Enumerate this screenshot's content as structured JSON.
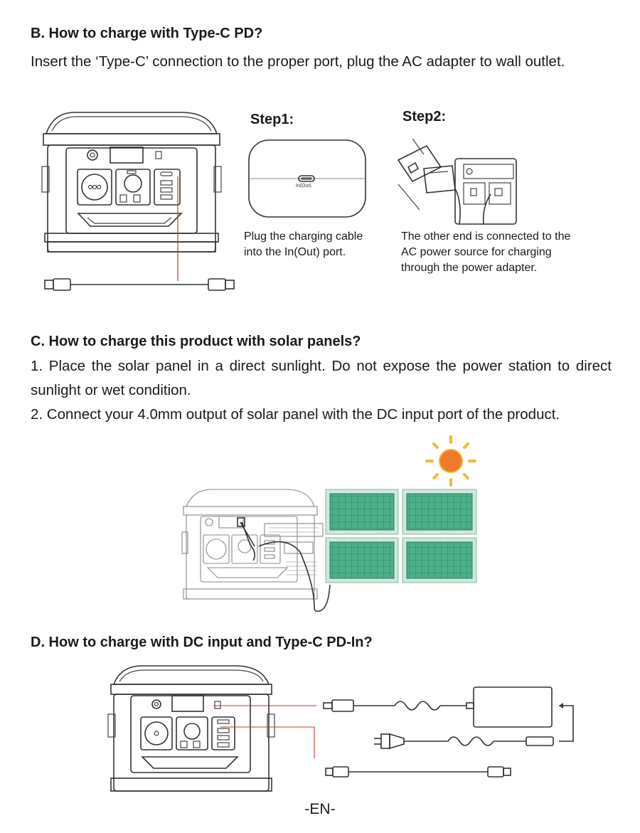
{
  "section_b": {
    "heading": "B. How to charge with Type-C PD?",
    "instruction": "Insert the ‘Type-C’ connection to the proper port, plug the AC adapter to wall outlet.",
    "step1": {
      "title": "Step1:",
      "port_label": "In(Out)",
      "caption_line1": "Plug the charging cable",
      "caption_line2": "into the In(Out) port."
    },
    "step2": {
      "title": "Step2:",
      "caption_line1": "The other end is connected to the",
      "caption_line2": "AC power source for charging",
      "caption_line3": "through the power adapter."
    }
  },
  "section_c": {
    "heading": "C. How to charge this product with solar panels?",
    "item1": "1. Place the solar panel in a direct sunlight. Do not expose the power station to direct sunlight or wet condition.",
    "item2": "2. Connect your 4.0mm output of solar panel with the DC input port of the product."
  },
  "section_d": {
    "heading": "D. How to charge with DC input and Type-C PD-In?"
  },
  "footer": {
    "page_label": "-EN-"
  },
  "colors": {
    "accent_line": "#c0392b",
    "panel_fill": "#4caf8a",
    "panel_border": "#2e7d5b",
    "sun_core": "#f07a2a",
    "sun_ray": "#f5b82e"
  }
}
